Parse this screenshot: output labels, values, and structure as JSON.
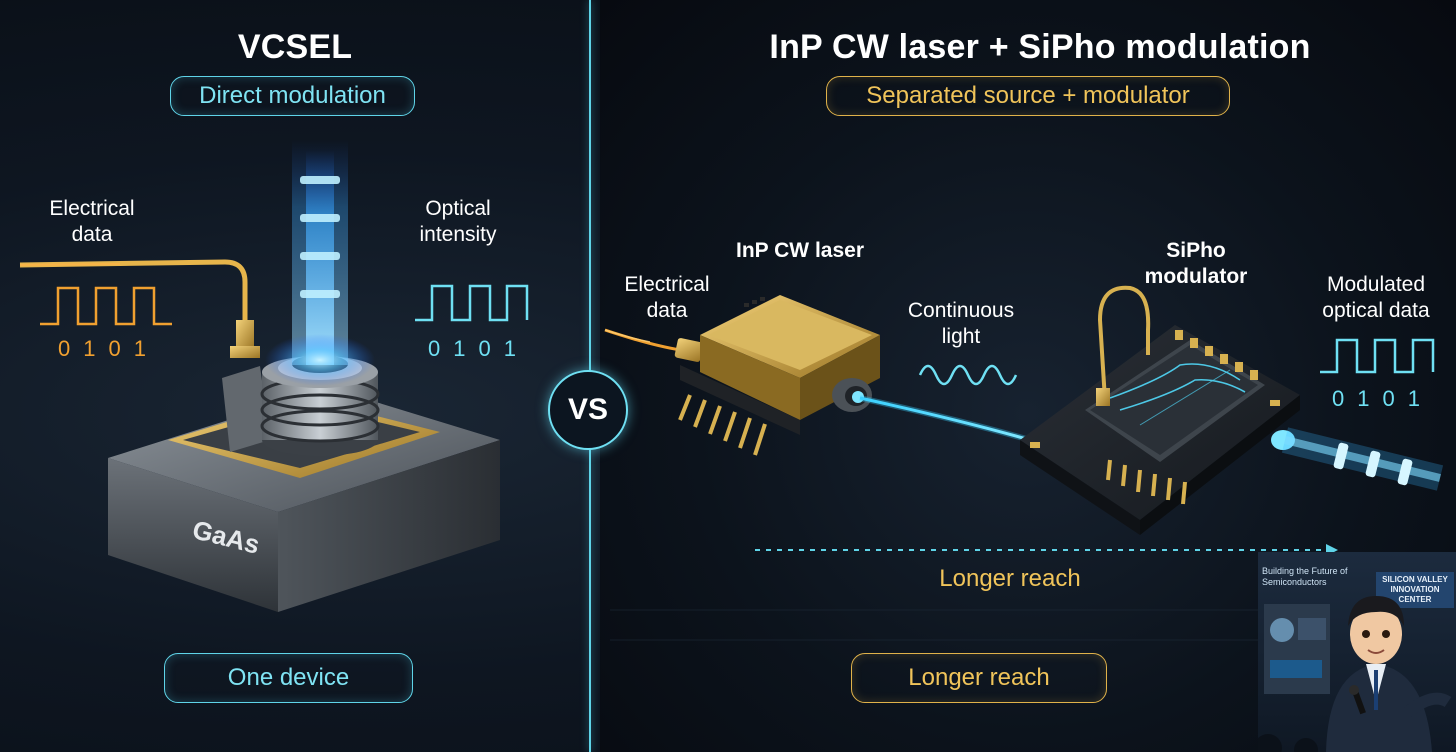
{
  "left": {
    "title": "VCSEL",
    "pill_top": "Direct modulation",
    "label_in": "Electrical data",
    "label_out": "Optical intensity",
    "bits_in": "0101",
    "bits_out": "0101",
    "substrate_label": "GaAs",
    "pill_bottom": "One device"
  },
  "vs_label": "VS",
  "right": {
    "title": "InP CW laser + SiPho modulation",
    "pill_top": "Separated source + modulator",
    "label_laser": "InP CW laser",
    "label_modulator": "SiPho modulator",
    "label_in": "Electrical data",
    "label_cw": "Continuous light",
    "label_out": "Modulated optical data",
    "bits_out": "0101",
    "arrow_label": "Longer reach",
    "pill_bottom": "Longer reach"
  },
  "presenter_panel": {
    "headline": "Building the Future of Semiconductors",
    "banner": "SILICON VALLEY INNOVATION CENTER"
  },
  "colors": {
    "cyan": "#5fd4e8",
    "gold": "#e0b24a",
    "orange": "#f0a030",
    "beam": "#4db8ff"
  },
  "icons": [
    "vcsel-device-icon",
    "inp-laser-package-icon",
    "sipho-chip-icon",
    "square-wave-icon",
    "sine-wave-icon",
    "presenter-avatar-icon"
  ]
}
